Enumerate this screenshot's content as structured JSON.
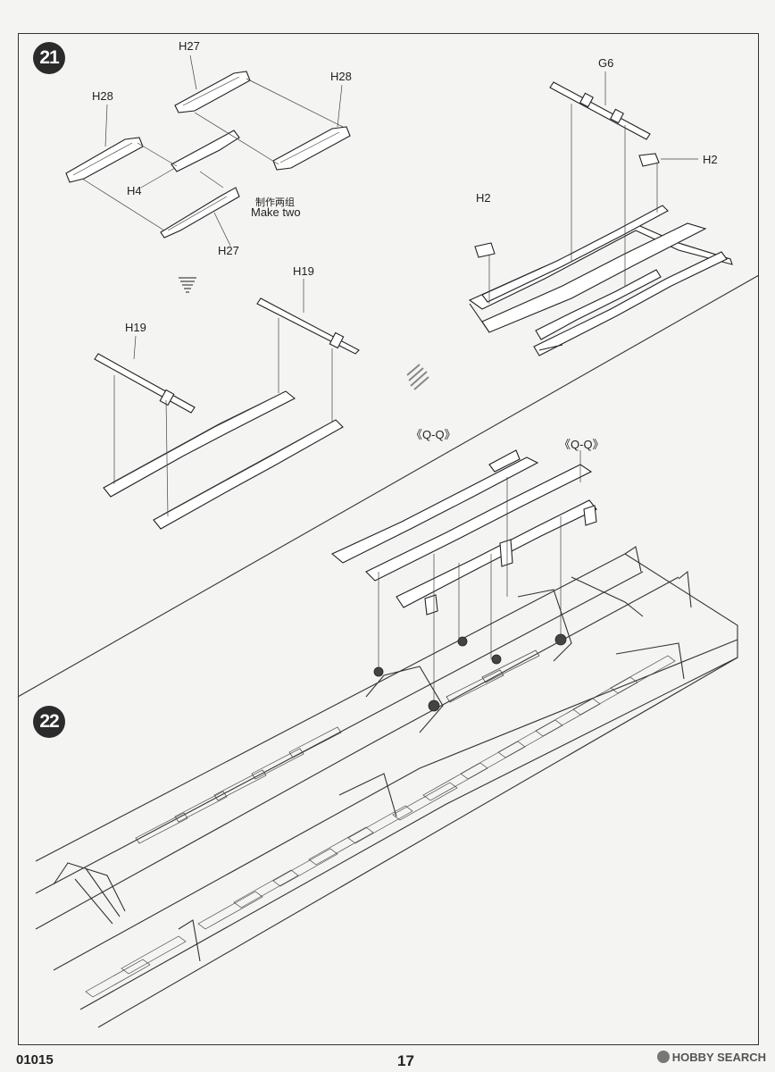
{
  "steps": {
    "step21": "21",
    "step22": "22"
  },
  "labels": {
    "h27_top": "H27",
    "h28_right": "H28",
    "h28_left": "H28",
    "h4": "H4",
    "h27_bottom": "H27",
    "make_two_cn": "制作两组",
    "make_two_en": "Make two",
    "g6": "G6",
    "h2_right": "H2",
    "h2_left": "H2",
    "h19_top": "H19",
    "h19_left": "H19",
    "qq_center": "《Q-Q》",
    "qq_right": "《Q-Q》"
  },
  "footer": {
    "code": "01015",
    "page": "17"
  },
  "watermark": {
    "brand": "HOBBY SEARCH"
  },
  "icons": [
    "step-badge",
    "arrow-down-icon",
    "arrow-diagonal-icon",
    "hobby-search-logo-icon"
  ]
}
